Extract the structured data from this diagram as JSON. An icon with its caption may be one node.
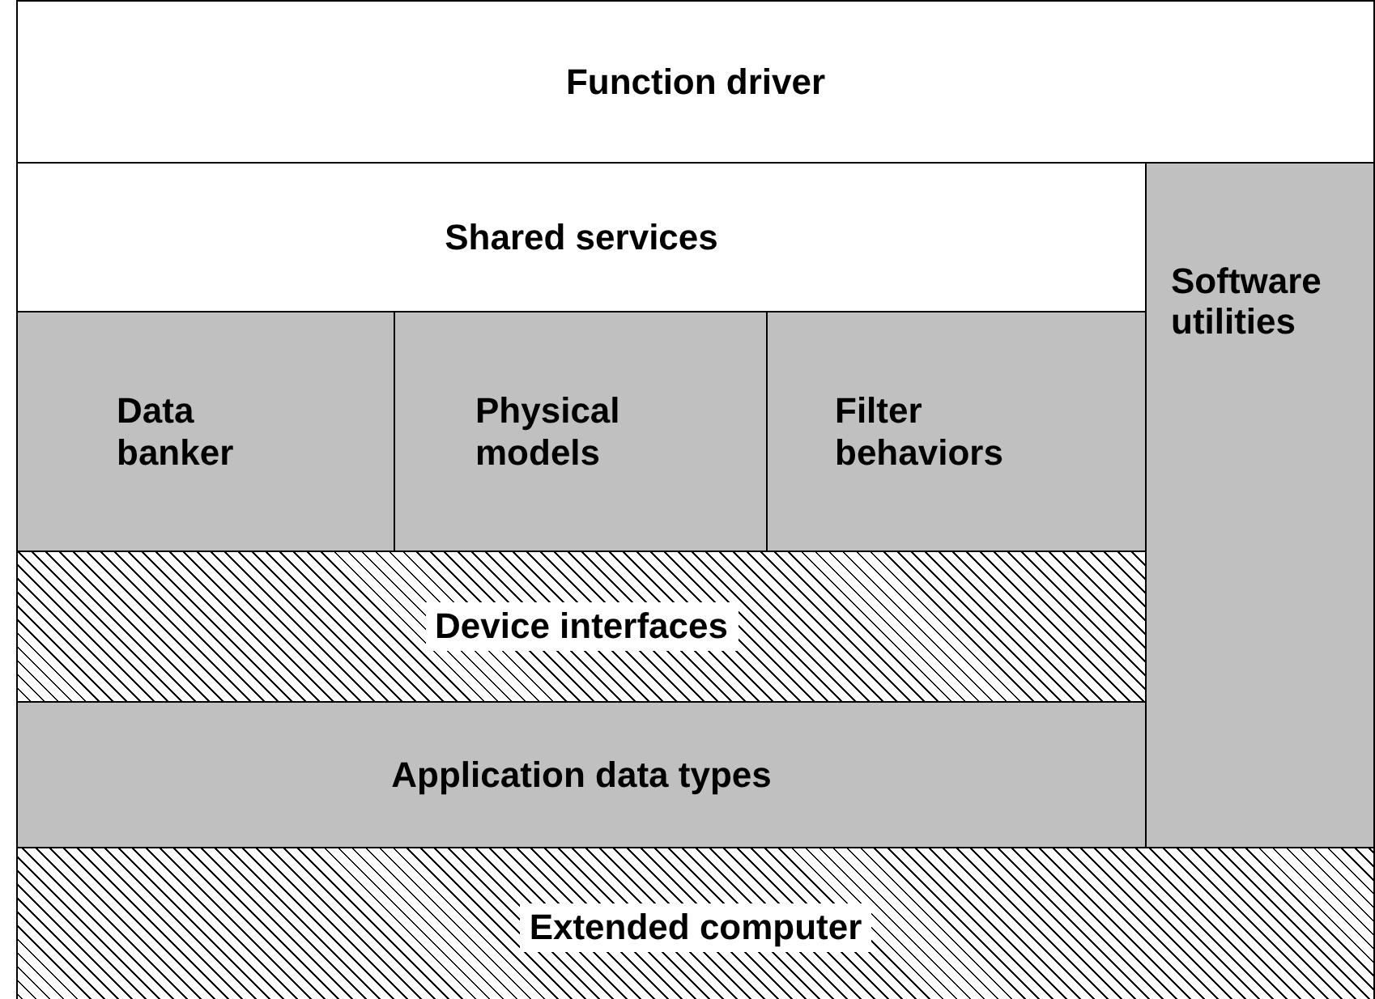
{
  "diagram": {
    "nodes": [
      {
        "text": [
          "Function driver"
        ]
      },
      {
        "text": [
          "Shared services"
        ]
      },
      {
        "text": [
          "Data banker"
        ]
      },
      {
        "text": [
          "Physical models"
        ]
      },
      {
        "text": [
          "Filter behaviors"
        ]
      },
      {
        "text": [
          "Device interfaces"
        ]
      },
      {
        "text": [
          "Application data types"
        ]
      },
      {
        "text": [
          "Software utilities"
        ]
      },
      {
        "text": [
          "Extended computer"
        ]
      }
    ]
  }
}
